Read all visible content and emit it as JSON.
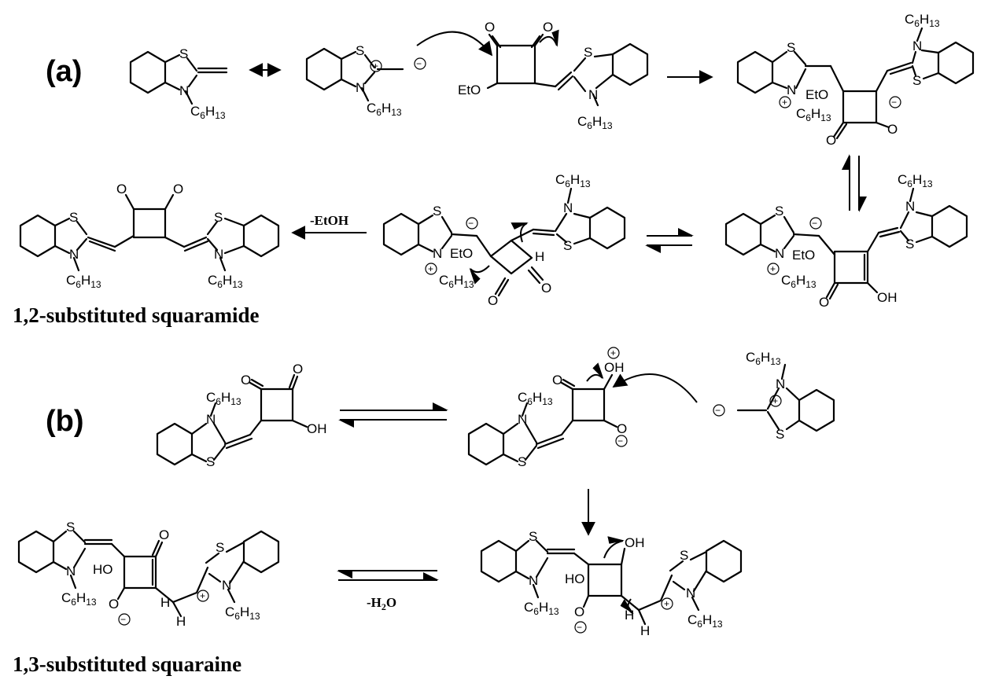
{
  "panels": {
    "a": "(a)",
    "b": "(b)"
  },
  "captions": {
    "squaramide": "1,2-substituted squaramide",
    "squaraine": "1,3-substituted squaraine"
  },
  "reagents": {
    "loss_etoh": "-EtOH",
    "loss_h2o": "-H",
    "loss_h2o_sub": "2",
    "loss_h2o_tail": "O"
  },
  "atoms": {
    "S": "S",
    "N": "N",
    "O": "O",
    "C": "C",
    "H": "H",
    "OH": "OH",
    "EtO": "EtO",
    "HO": "HO",
    "hex_sub1": "6",
    "hex_sub2": "13"
  },
  "charges": {
    "plus": "+",
    "minus": "−"
  }
}
